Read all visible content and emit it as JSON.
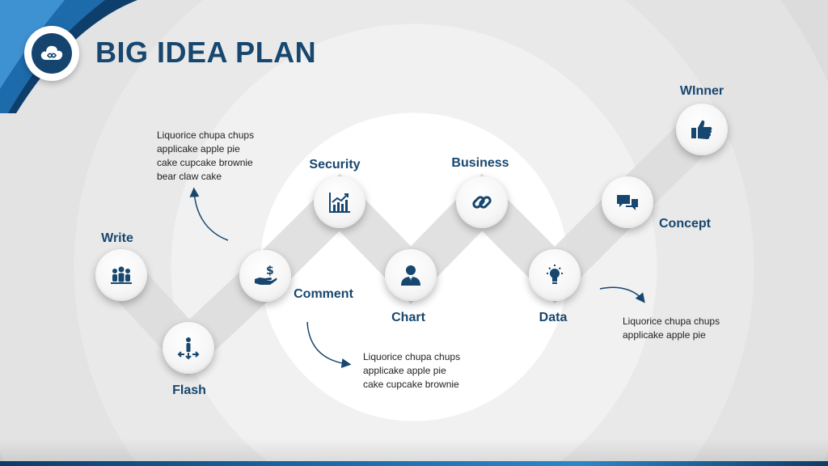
{
  "slide": {
    "title": "BIG IDEA PLAN",
    "accent_color": "#17476f",
    "logo_icon": "cloud-infinity-icon"
  },
  "steps": [
    {
      "label": "Write",
      "icon": "team-icon"
    },
    {
      "label": "Flash",
      "icon": "person-arrows-icon"
    },
    {
      "label": "Comment",
      "icon": "hand-money-icon"
    },
    {
      "label": "Security",
      "icon": "growth-chart-icon"
    },
    {
      "label": "Chart",
      "icon": "businessman-icon"
    },
    {
      "label": "Business",
      "icon": "link-icon"
    },
    {
      "label": "Data",
      "icon": "lightbulb-icon"
    },
    {
      "label": "Concept",
      "icon": "chat-bubbles-icon"
    },
    {
      "label": "WInner",
      "icon": "thumbs-up-icon"
    }
  ],
  "notes": [
    {
      "text": "Liquorice chupa chups\napplicake apple pie\ncake cupcake brownie\nbear claw  cake"
    },
    {
      "text": "Liquorice chupa chups\napplicake apple pie\ncake cupcake brownie"
    },
    {
      "text": "Liquorice chupa chups\napplicake apple pie"
    }
  ]
}
